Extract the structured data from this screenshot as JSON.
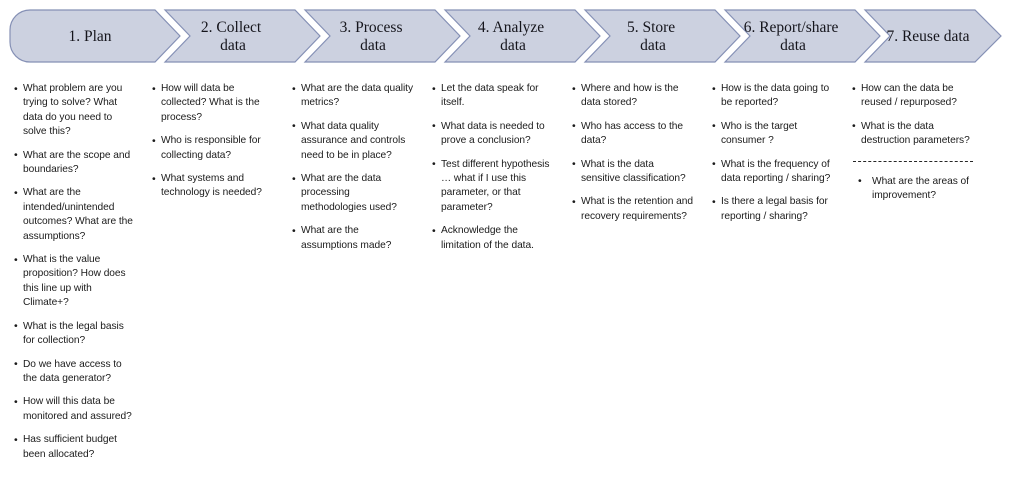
{
  "banner": {
    "stages": [
      {
        "id": "plan",
        "label_lines": [
          "1. Plan"
        ]
      },
      {
        "id": "collect",
        "label_lines": [
          "2. Collect",
          "data"
        ]
      },
      {
        "id": "process",
        "label_lines": [
          "3. Process",
          "data"
        ]
      },
      {
        "id": "analyze",
        "label_lines": [
          "4. Analyze",
          "data"
        ]
      },
      {
        "id": "store",
        "label_lines": [
          "5. Store",
          "data"
        ]
      },
      {
        "id": "report-share",
        "label_lines": [
          "6. Report/share",
          "data"
        ]
      },
      {
        "id": "reuse",
        "label_lines": [
          "7. Reuse data"
        ]
      }
    ],
    "colors": {
      "fill": "#ccd1e0",
      "border": "#8590b5",
      "label": "#15151c"
    }
  },
  "columns": [
    {
      "id": "plan",
      "items": [
        "What problem are you  trying to solve? What data do you need to solve this?",
        "What are the scope and boundaries?",
        "What are the intended/unintended outcomes? What are the assumptions?",
        "What is the value proposition? How does this line up with Climate+?",
        "What is the legal basis for collection?",
        "Do we have access to the data generator?",
        "How will this data be monitored and assured?",
        "Has sufficient budget been allocated?"
      ]
    },
    {
      "id": "collect",
      "items": [
        "How will data be collected? What is the process?",
        "Who is responsible for collecting data?",
        "What systems and technology is needed?"
      ]
    },
    {
      "id": "process",
      "items": [
        "What are the data quality metrics?",
        "What data quality assurance and controls need to be in place?",
        "What are the data processing methodologies  used?",
        "What are the assumptions made?"
      ]
    },
    {
      "id": "analyze",
      "items": [
        "Let the data speak for itself.",
        "What data is needed to prove a conclusion?",
        "Test different hypothesis … what if I use this parameter, or that parameter?",
        "Acknowledge the limitation of the data."
      ]
    },
    {
      "id": "store",
      "items": [
        "Where and how is the data stored?",
        "Who has access to the data?",
        "What is the data sensitive classification?",
        "What is the retention and recovery requirements?"
      ]
    },
    {
      "id": "report-share",
      "items": [
        "How is the data going to be reported?",
        "Who is the target consumer ?",
        "What is the frequency of data reporting / sharing?",
        "Is there a legal basis for reporting / sharing?"
      ]
    },
    {
      "id": "reuse",
      "items": [
        "How can the data be reused / repurposed?",
        "What is the data destruction parameters?"
      ],
      "has_divider": true,
      "items_after_divider": [
        "What are the areas of improvement?"
      ]
    }
  ]
}
